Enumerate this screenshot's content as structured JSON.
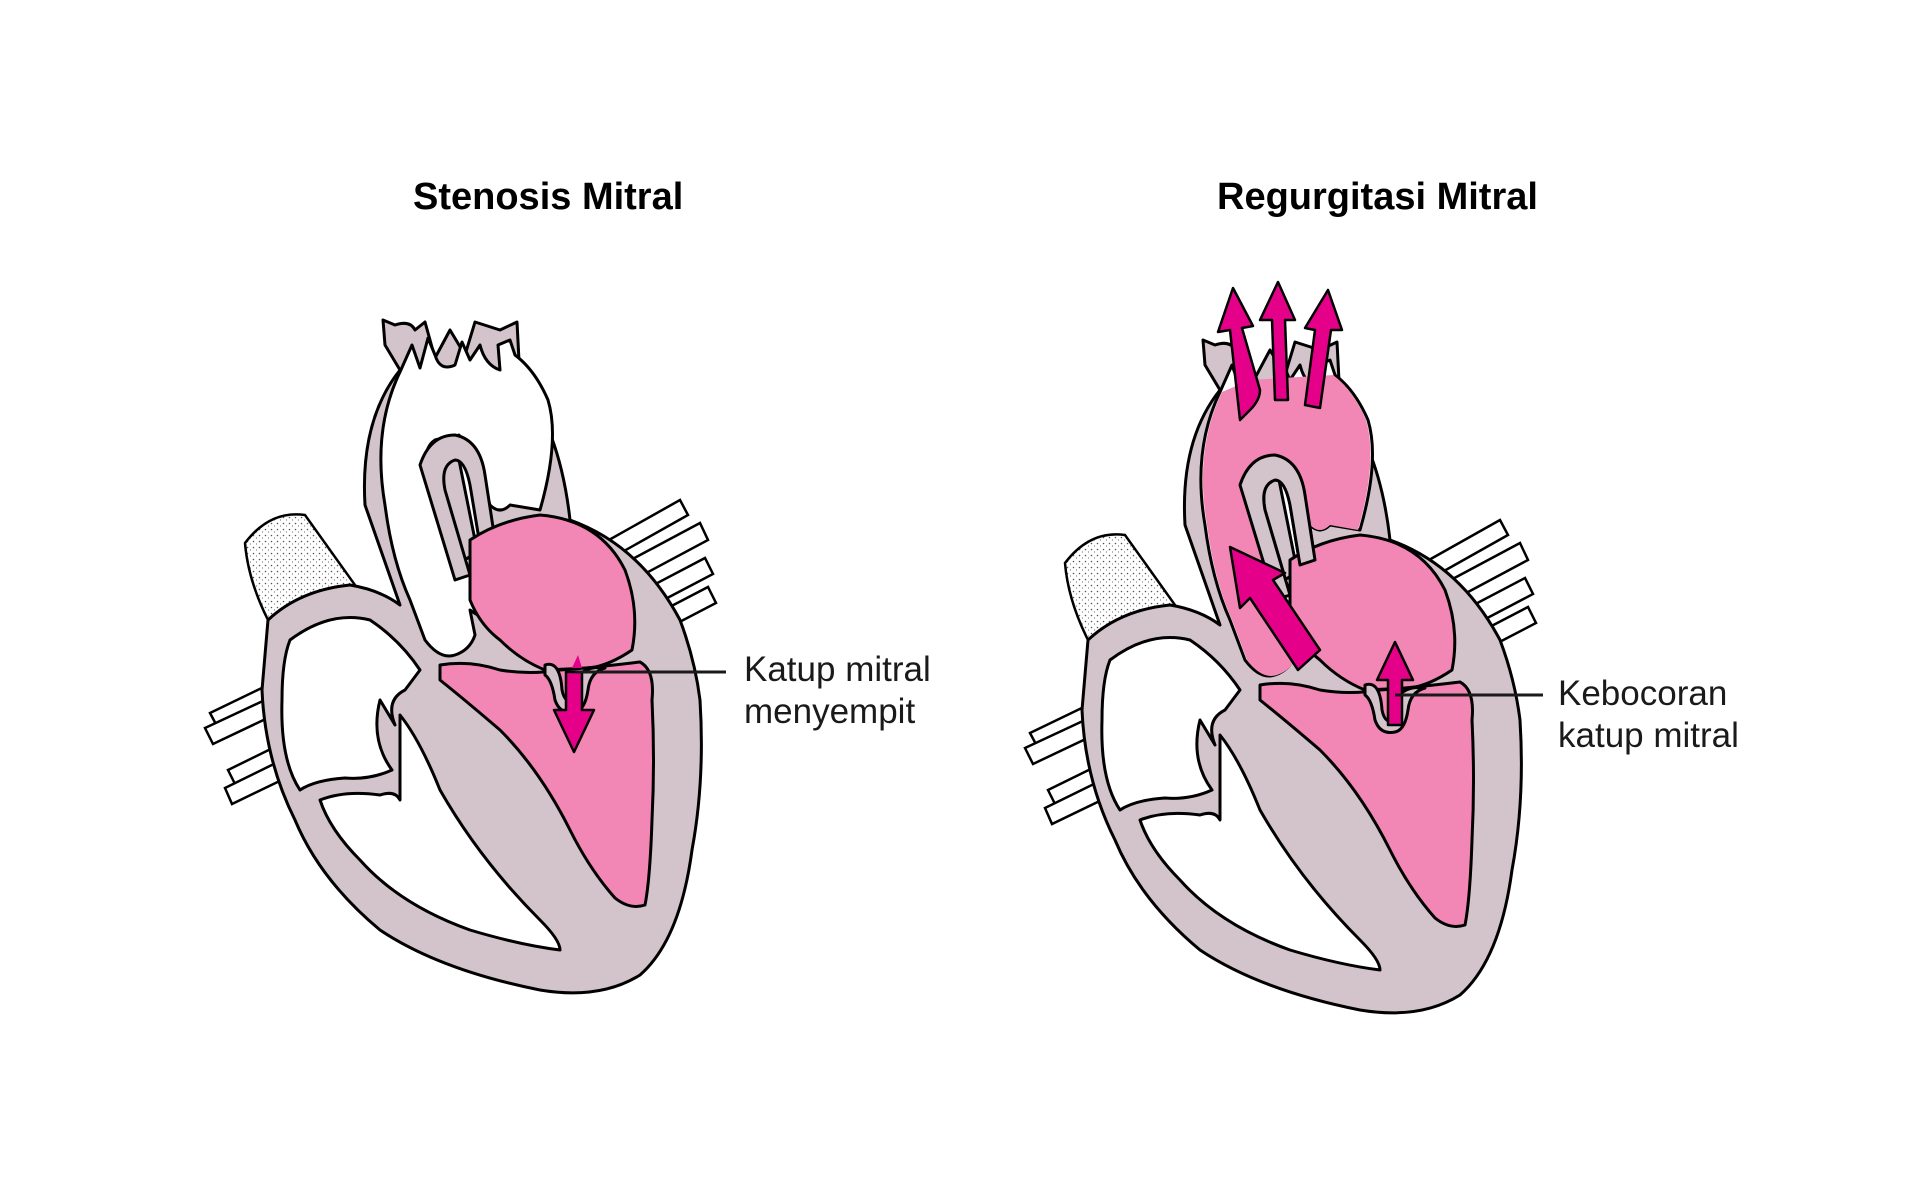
{
  "panels": [
    {
      "title": "Stenosis Mitral",
      "label_lines": [
        "Katup mitral",
        "menyempit"
      ],
      "arrow_direction": "down",
      "aorta_filled": false
    },
    {
      "title": "Regurgitasi Mitral",
      "label_lines": [
        "Kebocoran",
        "katup mitral"
      ],
      "arrow_direction": "up",
      "aorta_filled": true
    }
  ],
  "colors": {
    "wall": "#d3c4cb",
    "blood": "#f287b6",
    "flow_arrow": "#e5008a",
    "outline": "#000000"
  }
}
